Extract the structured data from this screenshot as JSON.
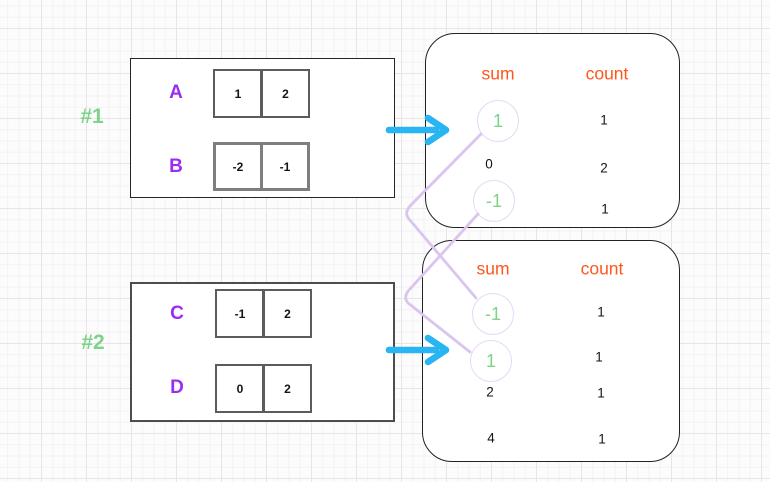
{
  "palette": {
    "green": "#7ed389",
    "purple": "#9b2df2",
    "orange": "#ff561c",
    "cyan": "#29b4f2",
    "lavender": "#d9c5ee"
  },
  "groups": [
    {
      "label": "#1",
      "arrays": [
        {
          "name": "A",
          "values": [
            "1",
            "2"
          ]
        },
        {
          "name": "B",
          "values": [
            "-2",
            "-1"
          ]
        }
      ],
      "table": {
        "sum_header": "sum",
        "count_header": "count",
        "rows": [
          {
            "sum": "1",
            "count": "1",
            "circled": true
          },
          {
            "sum": "0",
            "count": "2",
            "circled": false
          },
          {
            "sum": "-1",
            "count": "1",
            "circled": true
          }
        ]
      }
    },
    {
      "label": "#2",
      "arrays": [
        {
          "name": "C",
          "values": [
            "-1",
            "2"
          ]
        },
        {
          "name": "D",
          "values": [
            "0",
            "2"
          ]
        }
      ],
      "table": {
        "sum_header": "sum",
        "count_header": "count",
        "rows": [
          {
            "sum": "-1",
            "count": "1",
            "circled": true
          },
          {
            "sum": "1",
            "count": "1",
            "circled": true
          },
          {
            "sum": "2",
            "count": "1",
            "circled": false
          },
          {
            "sum": "4",
            "count": "1",
            "circled": false
          }
        ]
      }
    }
  ],
  "connections": [
    {
      "from": "#1 sum 1",
      "to": "#2 sum -1"
    },
    {
      "from": "#1 sum -1",
      "to": "#2 sum 1"
    }
  ]
}
